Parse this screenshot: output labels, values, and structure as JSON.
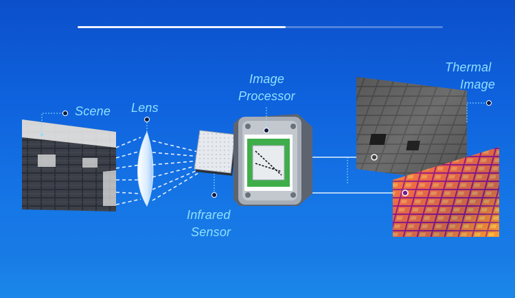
{
  "progress": {
    "fraction": 0.57
  },
  "labels": {
    "scene": "Scene",
    "lens": "Lens",
    "infrared_sensor_1": "Infrared",
    "infrared_sensor_2": "Sensor",
    "image_processor_1": "Image",
    "image_processor_2": "Processor",
    "thermal_image_1": "Thermal",
    "thermal_image_2": "Image"
  },
  "colors": {
    "label": "#8fe0ff",
    "background": "#0f63de",
    "chip_green": "#3fae4a"
  },
  "icons": [
    "scene-image",
    "lens-icon",
    "infrared-sensor-icon",
    "image-processor-icon",
    "thermal-image"
  ]
}
